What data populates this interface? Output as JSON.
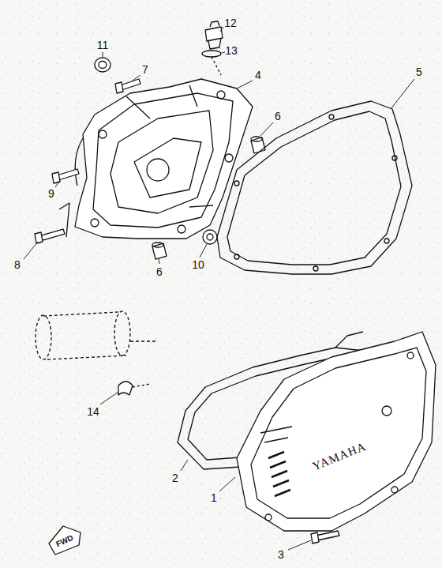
{
  "diagram": {
    "labels": [
      "11",
      "12",
      "13",
      "4",
      "7",
      "6",
      "5",
      "9",
      "8",
      "6",
      "10",
      "14",
      "2",
      "1",
      "3",
      "FWD",
      "YAMAHA"
    ]
  }
}
